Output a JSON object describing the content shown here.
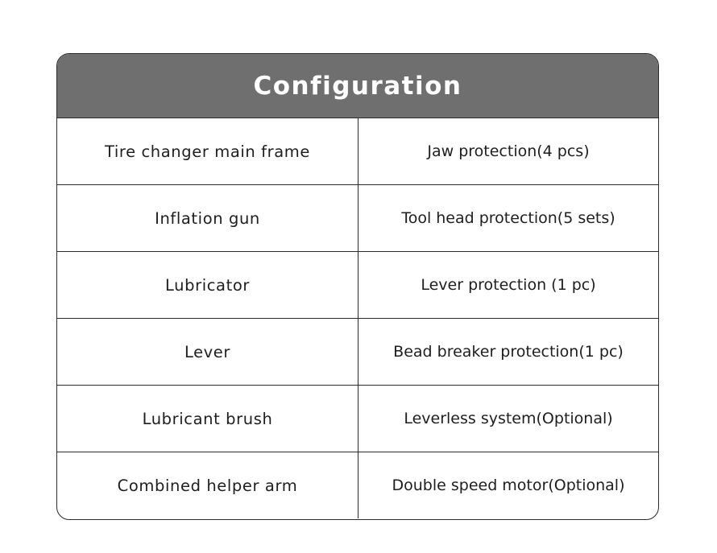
{
  "table": {
    "title": "Configuration",
    "rows": [
      {
        "left": "Tire changer main frame",
        "right": "Jaw protection(4 pcs)"
      },
      {
        "left": "Inflation gun",
        "right": "Tool head protection(5 sets)"
      },
      {
        "left": "Lubricator",
        "right": "Lever protection (1 pc)"
      },
      {
        "left": "Lever",
        "right": "Bead breaker protection(1 pc)"
      },
      {
        "left": "Lubricant brush",
        "right": "Leverless system(Optional)"
      },
      {
        "left": "Combined helper arm",
        "right": "Double speed motor(Optional)"
      }
    ]
  },
  "colors": {
    "header_background": "#6f6f6f",
    "header_text": "#ffffff",
    "border": "#2b2b2b",
    "cell_text": "#1e1e1e"
  }
}
